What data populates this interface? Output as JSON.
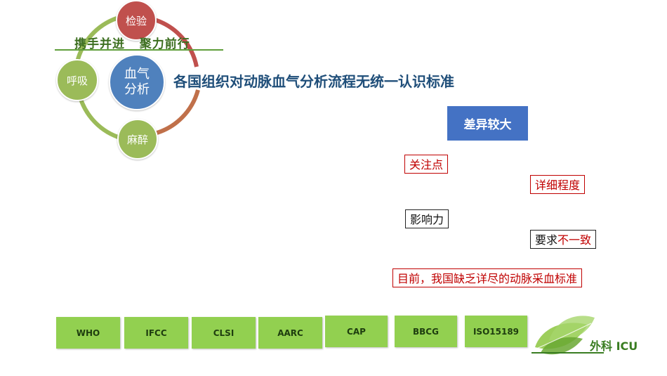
{
  "cycle": {
    "center_line1": "血气",
    "center_line2": "分析",
    "nodes": {
      "top": "检验",
      "left": "呼吸",
      "bottom": "麻醉"
    }
  },
  "slogan": "携手并进   聚力前行",
  "headline": "各国组织对动脉血气分析流程无统一认识标准",
  "difference_box": "差异较大",
  "tags": {
    "focus": "关注点",
    "detail": "详细程度",
    "influence": "影响力",
    "requirement_prefix": "要求",
    "requirement_suffix": "不一致",
    "current_status": "目前，我国缺乏详尽的动脉采血标准"
  },
  "organizations": [
    "WHO",
    "IFCC",
    "CLSI",
    "AARC",
    "CAP",
    "BBCG",
    "ISO15189"
  ],
  "logo_text": "外科 ICU",
  "colors": {
    "red_node": "#c0504d",
    "green_node": "#9bbb59",
    "blue_center": "#4f81bd",
    "orange_arc": "#c0704a",
    "org_green": "#92d050",
    "headline_blue": "#1f4e79",
    "diff_blue": "#4472c4",
    "alert_red": "#c00000"
  }
}
